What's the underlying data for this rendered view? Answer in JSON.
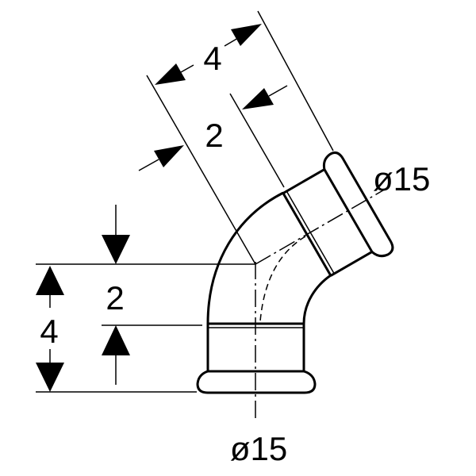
{
  "drawing": {
    "dimensions": {
      "top_total": "4",
      "top_inner": "2",
      "left_inner": "2",
      "left_total": "4"
    },
    "diameters": {
      "top_socket": "ø15",
      "bottom_socket": "ø15"
    },
    "colors": {
      "line": "#000000",
      "background": "#ffffff"
    }
  }
}
